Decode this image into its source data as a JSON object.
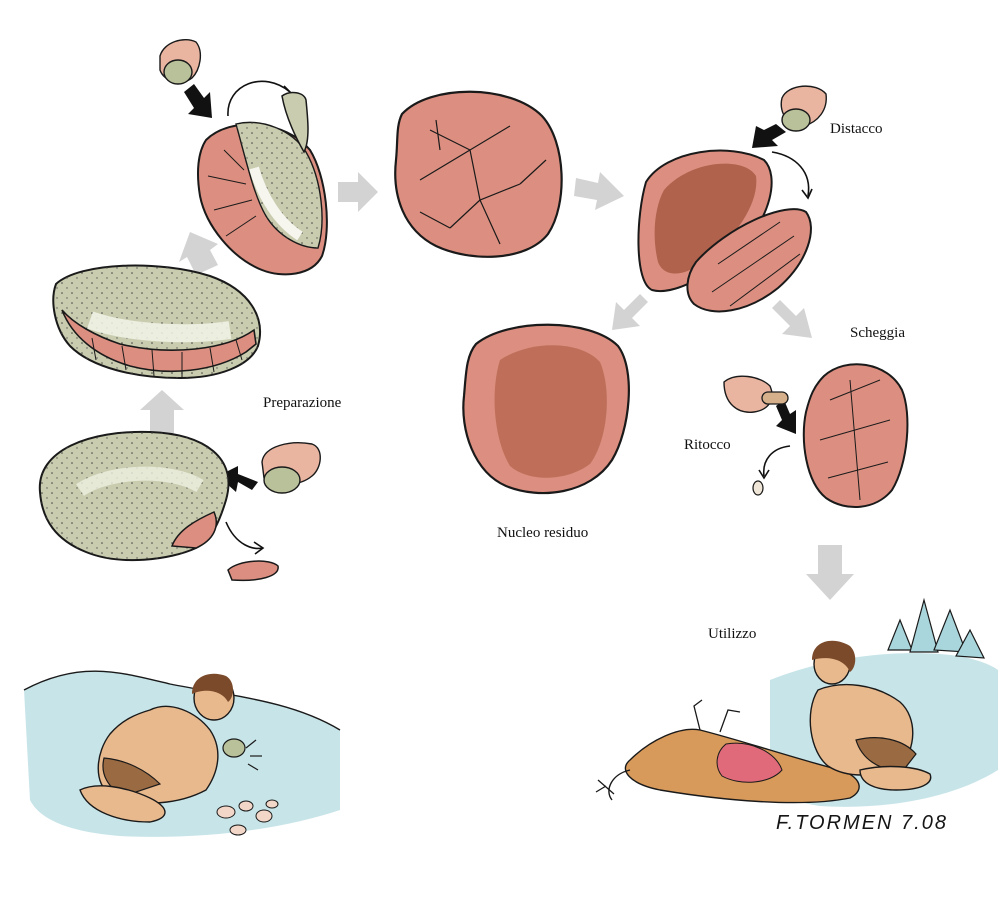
{
  "labels": {
    "distacco": "Distacco",
    "scheggia": "Scheggia",
    "preparazione": "Preparazione",
    "ritocco": "Ritocco",
    "nucleo_residuo": "Nucleo residuo",
    "utilizzo": "Utilizzo"
  },
  "signature": "F.TORMEN 7.08",
  "colors": {
    "stone_green": "#c9ccae",
    "flint_pink": "#dc8f80",
    "flint_dark": "#a85a44",
    "arrow_gray": "#d3d3d3",
    "ink": "#1a1a1a",
    "ground_blue": "#a9d6dc",
    "skin": "#e9b98e",
    "hair": "#7a4a2a"
  }
}
